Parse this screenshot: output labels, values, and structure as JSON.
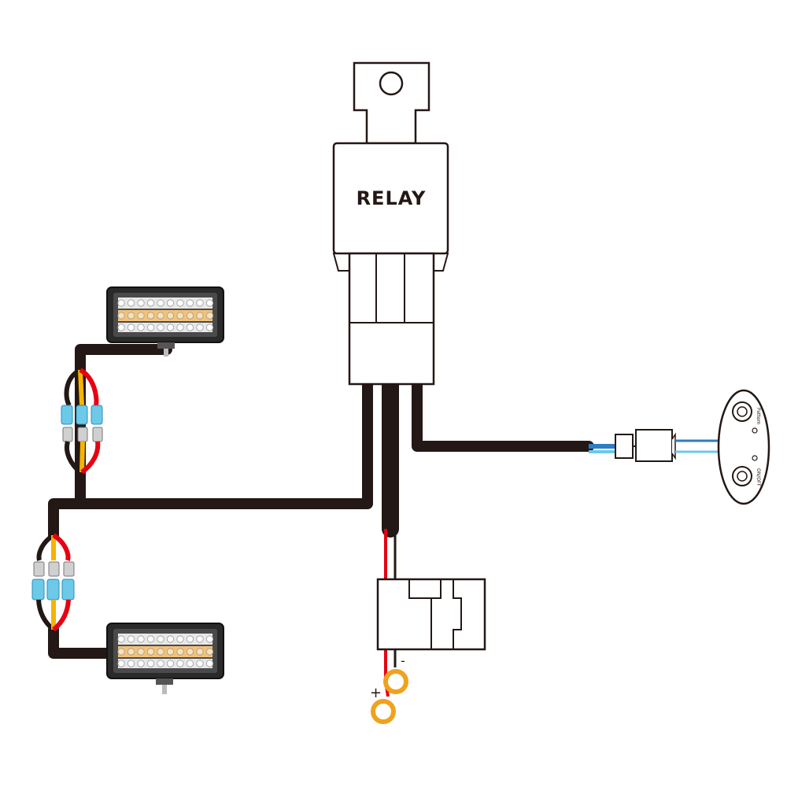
{
  "relay": {
    "label": "RELAY"
  },
  "switch": {
    "labels": [
      "Pattern",
      "ON/OFF"
    ]
  },
  "battery": {
    "positive_symbol": "+",
    "negative_symbol": "-"
  },
  "colors": {
    "harness": "#231815",
    "positive_wire": "#e60012",
    "signal_wire": "#f5b400",
    "connector_blue": "#6cc9e8",
    "ring_terminal": "#f0a21e",
    "switch_wire": "#2e7dc3",
    "led_warm": "#f3c27a",
    "led_cool": "#ffffff"
  },
  "components": [
    "relay",
    "light-bar-top",
    "light-bar-bottom",
    "fuse-holder",
    "battery-terminals",
    "rocker-switch"
  ]
}
